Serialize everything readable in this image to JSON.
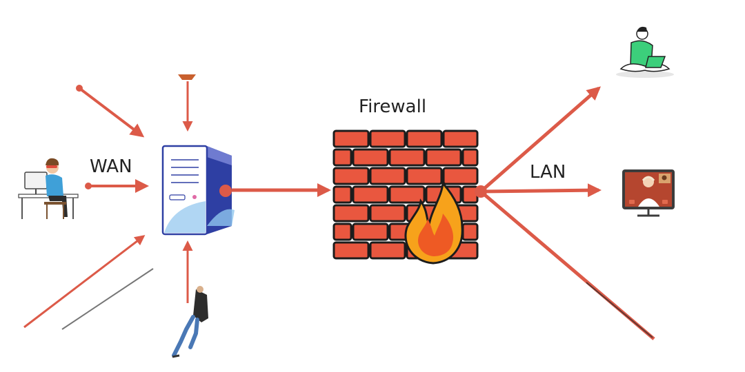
{
  "labels": {
    "firewall": "Firewall",
    "wan": "WAN",
    "lan": "LAN"
  },
  "colors": {
    "arrow": "#dc5a48",
    "brick": "#e9573f",
    "mortar": "#1c1c1c",
    "flame_outer": "#f7a21b",
    "flame_inner": "#ee5a24",
    "server_body": "#ffffff",
    "server_side": "#2e3fa3",
    "server_accent": "#8ec5ee",
    "person_shirt_blue": "#3fa0d8",
    "person_shirt_green": "#3ccf7b",
    "monitor_frame": "#3c3c3c"
  },
  "icons": [
    "desk-worker-icon",
    "hacker-icon",
    "server-icon",
    "firewall-icon",
    "flame-icon",
    "laptop-user-icon",
    "video-call-icon",
    "intruder-icon"
  ]
}
